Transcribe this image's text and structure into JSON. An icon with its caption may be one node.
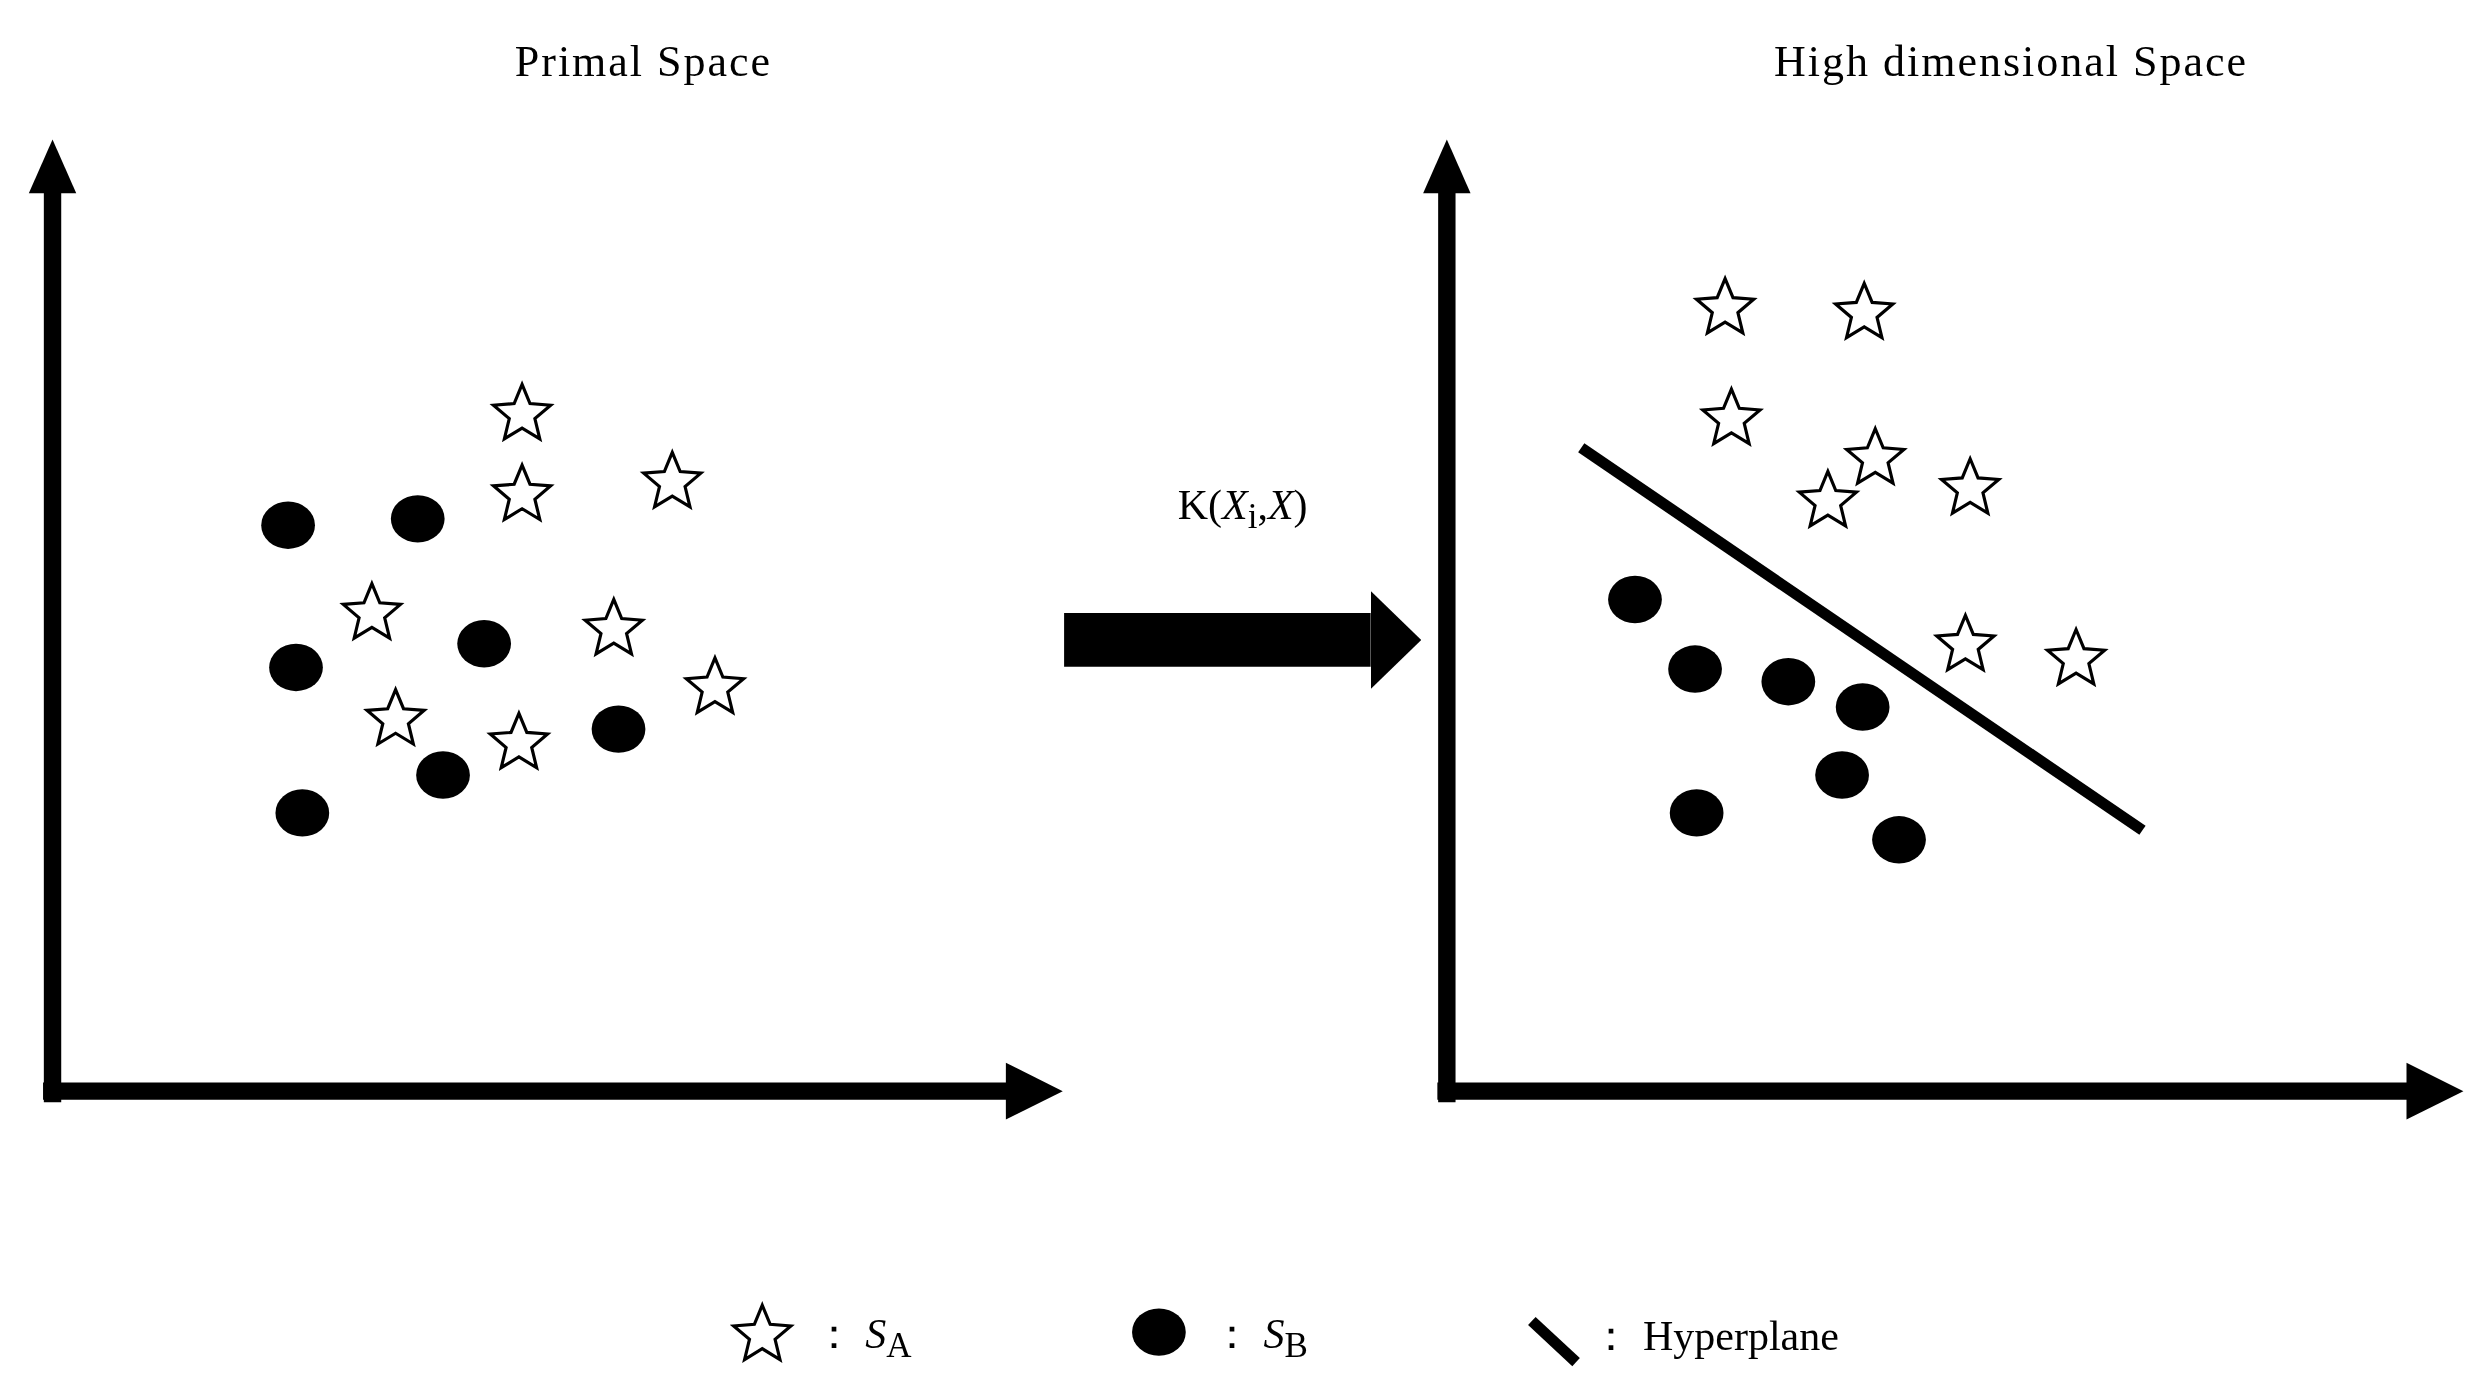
{
  "diagram": {
    "nodes": [
      {
        "text": [
          "Primal Space"
        ]
      },
      {
        "text": [
          "High dimensional Space"
        ]
      }
    ],
    "edges": [
      {
        "from": 0,
        "to": 1,
        "arrow": "to",
        "label": "K(*X*$_{i}$,*X*)"
      }
    ],
    "legend": [
      {
        "text": "： *S*$_{A}$"
      },
      {
        "text": "： *S*$_{B}$"
      },
      {
        "text": "： Hyperplane"
      }
    ]
  }
}
